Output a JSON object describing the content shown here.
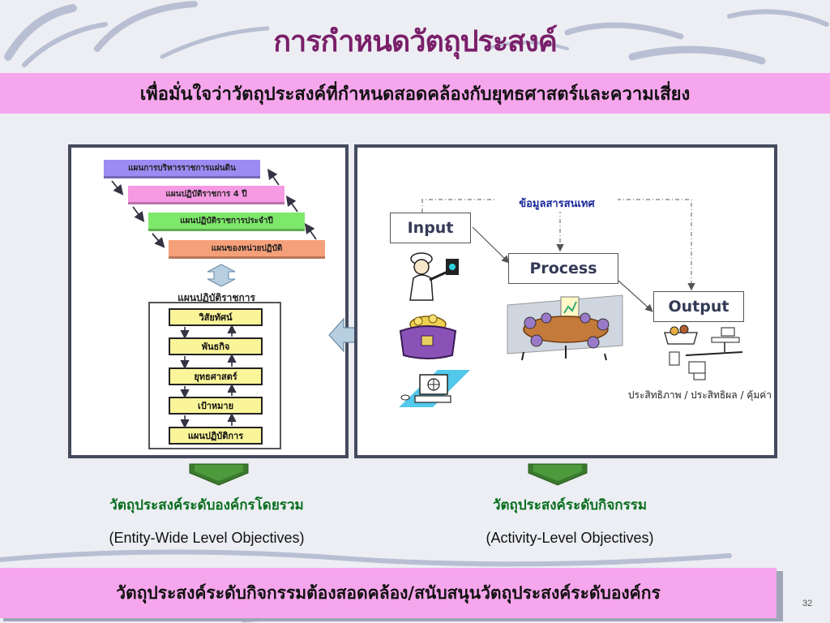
{
  "slide": {
    "title": "การกำหนดวัตถุประสงค์",
    "subtitle": "เพื่อมั่นใจว่าวัตถุประสงค์ที่กำหนดสอดคล้องกับยุทธศาสตร์และความเสี่ยง",
    "footer": "วัตถุประสงค์ระดับกิจกรรมต้องสอดคล้อง/สนับสนุนวัตถุประสงค์ระดับองค์กร",
    "page_number": "32"
  },
  "left_panel": {
    "plans": [
      {
        "label": "แผนการบริหารราชการแผ่นดิน",
        "color": "#9c8bf2"
      },
      {
        "label": "แผนปฏิบัติราชการ 4 ปี",
        "color": "#f59ae3"
      },
      {
        "label": "แผนปฏิบัติราชการประจำปี",
        "color": "#7de86a"
      },
      {
        "label": "แผนของหน่วยปฏิบัติ",
        "color": "#f6a07a"
      }
    ],
    "stack_title": "แผนปฏิบัติราชการ",
    "stack_items": [
      "วิสัยทัศน์",
      "พันธกิจ",
      "ยุทธศาสตร์",
      "เป้าหมาย",
      "แผนปฏิบัติการ"
    ]
  },
  "right_panel": {
    "info_label": "ข้อมูลสารสนเทศ",
    "input_label": "Input",
    "process_label": "Process",
    "output_label": "Output",
    "effectiveness_label": "ประสิทธิภาพ / ประสิทธิผล / คุ้มค่า"
  },
  "objectives": {
    "entity": {
      "thai": "วัตถุประสงค์ระดับองค์กรโดยรวม",
      "english": "Entity-Wide Level Objectives"
    },
    "activity": {
      "thai": "วัตถุประสงค์ระดับกิจกรรม",
      "english": "Activity-Level Objectives"
    }
  },
  "colors": {
    "banner": "#f6a6ec",
    "title": "#7a1f6a",
    "stack_box": "#fbf59a",
    "objective_text": "#0a6e1f"
  }
}
